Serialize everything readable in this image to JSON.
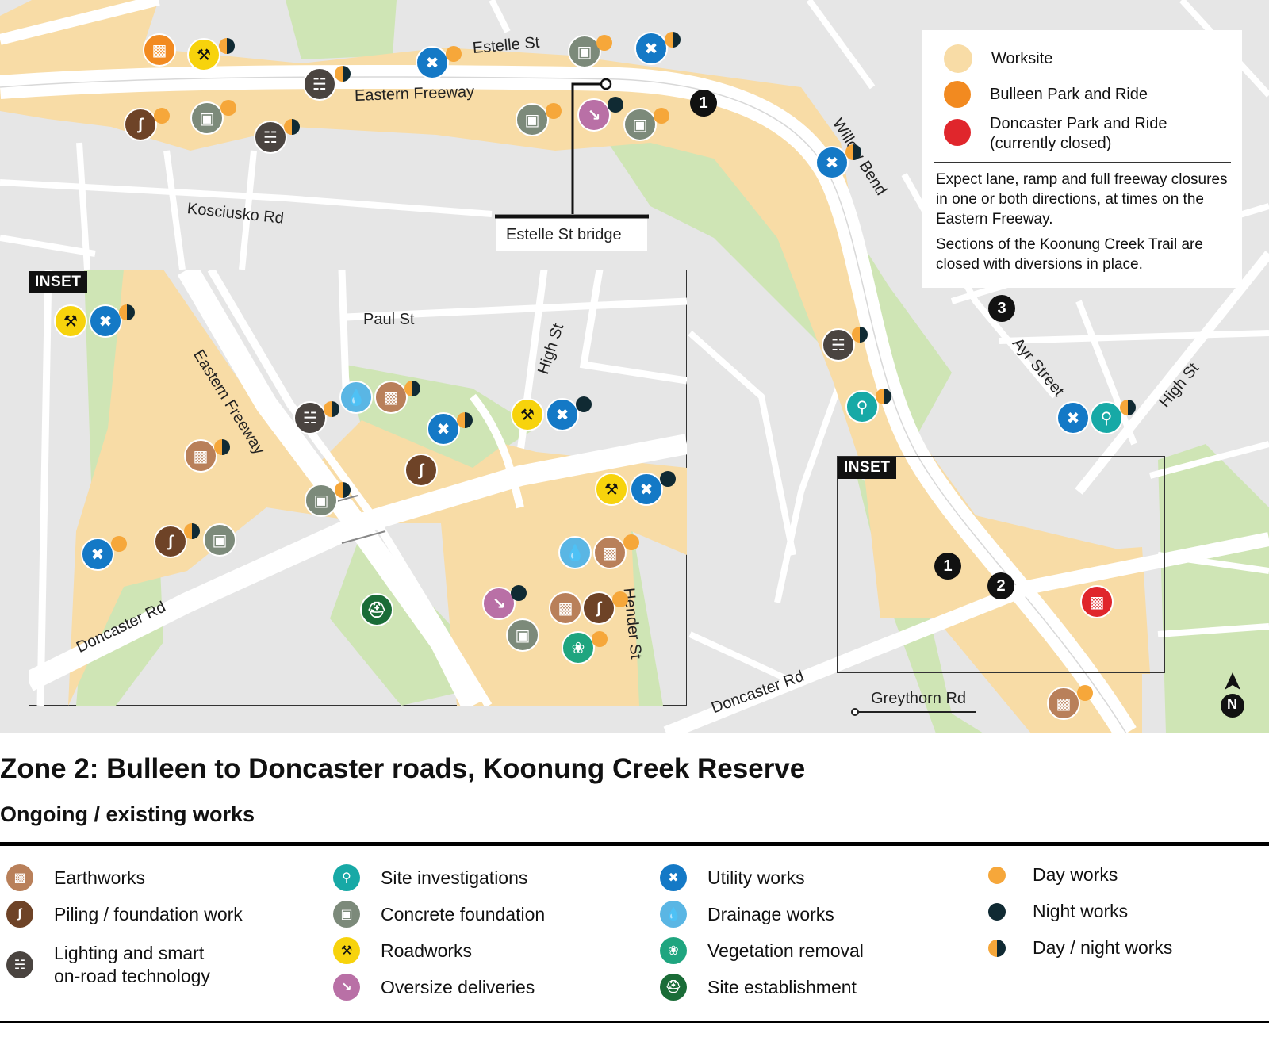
{
  "map": {
    "streets": {
      "estelle": "Estelle St",
      "eastern_fwy": "Eastern Freeway",
      "kosciusko": "Kosciusko Rd",
      "willow": "Willow Bend",
      "ayr": "Ayr Street",
      "high": "High St",
      "doncaster": "Doncaster Rd",
      "greythorn": "Greythorn Rd",
      "estelle_bridge": "Estelle St bridge"
    },
    "inset": {
      "tag": "INSET",
      "streets": {
        "paul": "Paul St",
        "high": "High St",
        "eastern_fwy": "Eastern Freeway",
        "doncaster": "Doncaster Rd",
        "hender": "Hender St"
      }
    },
    "inset_marker_tag": "INSET",
    "numbers": [
      "1",
      "1",
      "2",
      "3"
    ],
    "north": "N"
  },
  "legend_box": {
    "worksite": "Worksite",
    "bulleen": "Bulleen Park and Ride",
    "doncaster_line1": "Doncaster Park and Ride",
    "doncaster_line2": "(currently closed)",
    "note1": "Expect lane, ramp and full freeway closures in one or both directions, at times on the Eastern Freeway.",
    "note2": "Sections of the Koonung Creek Trail are closed with diversions in place."
  },
  "title": "Zone 2: Bulleen to Doncaster roads, Koonung Creek Reserve",
  "subtitle": "Ongoing / existing works",
  "key": {
    "earthworks": "Earthworks",
    "piling": "Piling / foundation work",
    "lighting_1": "Lighting and smart",
    "lighting_2": "on-road technology",
    "site_inv": "Site investigations",
    "concrete": "Concrete foundation",
    "roadworks": "Roadworks",
    "oversize": "Oversize deliveries",
    "utility": "Utility works",
    "drainage": "Drainage works",
    "vegetation": "Vegetation removal",
    "site_est": "Site establishment",
    "day": "Day works",
    "night": "Night works",
    "daynight": "Day / night works"
  },
  "colors": {
    "worksite": "#f8dca6",
    "park": "#cfe5b5",
    "road": "#ffffff",
    "earthworks": "#b9805a",
    "piling": "#6e4327",
    "lighting": "#4a4440",
    "site_inv": "#17a9a6",
    "concrete": "#7c8a7a",
    "roadworks": "#f7d30c",
    "oversize": "#b970a6",
    "utility": "#1479c6",
    "drainage": "#5ab6e4",
    "vegetation": "#1fa57f",
    "site_est": "#1a6c37",
    "day": "#f6a73a",
    "night": "#102a33",
    "bulleen": "#f28a20",
    "doncaster_pr": "#e0262c"
  }
}
